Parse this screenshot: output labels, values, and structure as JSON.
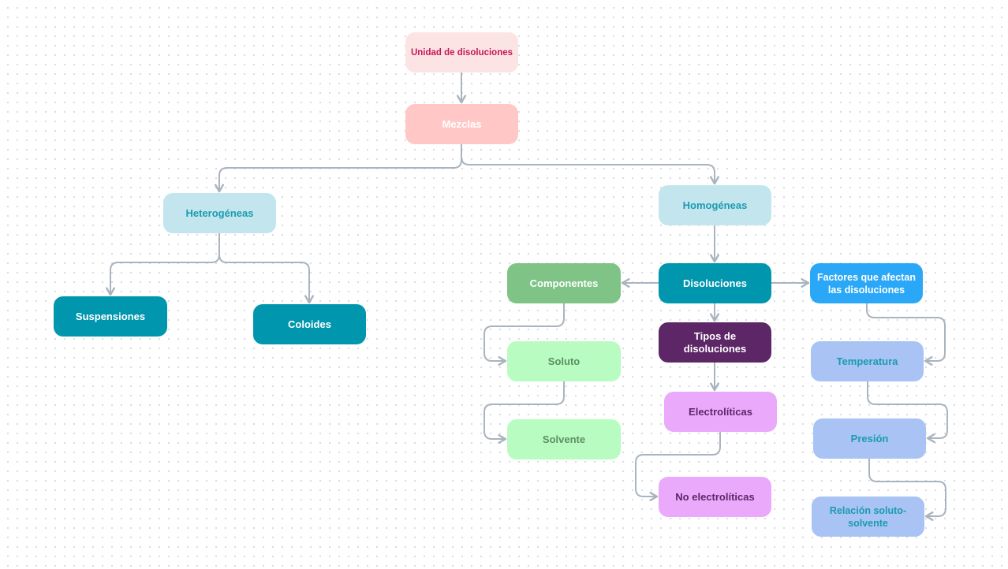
{
  "diagram": {
    "colors": {
      "connector": "#a9b4bf",
      "grid_dot": "#d7dadf",
      "background": "#ffffff"
    },
    "nodes": {
      "unidad": {
        "label": "Unidad de disoluciones",
        "bg": "#fde4e4",
        "fg": "#c2185b"
      },
      "mezclas": {
        "label": "Mezclas",
        "bg": "#ffc8c6",
        "fg": "#ffffff"
      },
      "heterogeneas": {
        "label": "Heterogéneas",
        "bg": "#c3e6ee",
        "fg": "#1a9bb0"
      },
      "homogeneas": {
        "label": "Homogéneas",
        "bg": "#c3e6ee",
        "fg": "#1a9bb0"
      },
      "suspensiones": {
        "label": "Suspensiones",
        "bg": "#0096ad",
        "fg": "#ffffff"
      },
      "coloides": {
        "label": "Coloides",
        "bg": "#0096ad",
        "fg": "#ffffff"
      },
      "componentes": {
        "label": "Componentes",
        "bg": "#7fc386",
        "fg": "#ffffff"
      },
      "disoluciones": {
        "label": "Disoluciones",
        "bg": "#0096ad",
        "fg": "#ffffff"
      },
      "factores": {
        "label_line1": "Factores que afectan",
        "label_line2": "las disoluciones",
        "bg": "#2aa8f7",
        "fg": "#ffffff"
      },
      "tipos": {
        "label": "Tipos de disoluciones",
        "bg": "#5c2667",
        "fg": "#ffffff"
      },
      "soluto": {
        "label": "Soluto",
        "bg": "#b9fcc1",
        "fg": "#5a8f63"
      },
      "solvente": {
        "label": "Solvente",
        "bg": "#b9fcc1",
        "fg": "#5a8f63"
      },
      "temperatura": {
        "label": "Temperatura",
        "bg": "#a8c3f4",
        "fg": "#1a9bb0"
      },
      "presion": {
        "label": "Presión",
        "bg": "#a8c3f4",
        "fg": "#1a9bb0"
      },
      "relacion": {
        "label_line1": "Relación soluto-",
        "label_line2": "solvente",
        "bg": "#a8c3f4",
        "fg": "#1a9bb0"
      },
      "electroliticas": {
        "label": "Electrolíticas",
        "bg": "#eba9fb",
        "fg": "#5c2667"
      },
      "no_electroliticas": {
        "label": "No electrolíticas",
        "bg": "#eba9fb",
        "fg": "#5c2667"
      }
    },
    "edges": [
      {
        "from": "unidad",
        "to": "mezclas"
      },
      {
        "from": "mezclas",
        "to": "heterogeneas"
      },
      {
        "from": "mezclas",
        "to": "homogeneas"
      },
      {
        "from": "heterogeneas",
        "to": "suspensiones"
      },
      {
        "from": "heterogeneas",
        "to": "coloides"
      },
      {
        "from": "homogeneas",
        "to": "disoluciones"
      },
      {
        "from": "disoluciones",
        "to": "componentes"
      },
      {
        "from": "disoluciones",
        "to": "factores"
      },
      {
        "from": "disoluciones",
        "to": "tipos"
      },
      {
        "from": "componentes",
        "to": "soluto"
      },
      {
        "from": "soluto",
        "to": "solvente"
      },
      {
        "from": "tipos",
        "to": "electroliticas"
      },
      {
        "from": "electroliticas",
        "to": "no_electroliticas"
      },
      {
        "from": "factores",
        "to": "temperatura"
      },
      {
        "from": "temperatura",
        "to": "presion"
      },
      {
        "from": "presion",
        "to": "relacion"
      }
    ]
  }
}
